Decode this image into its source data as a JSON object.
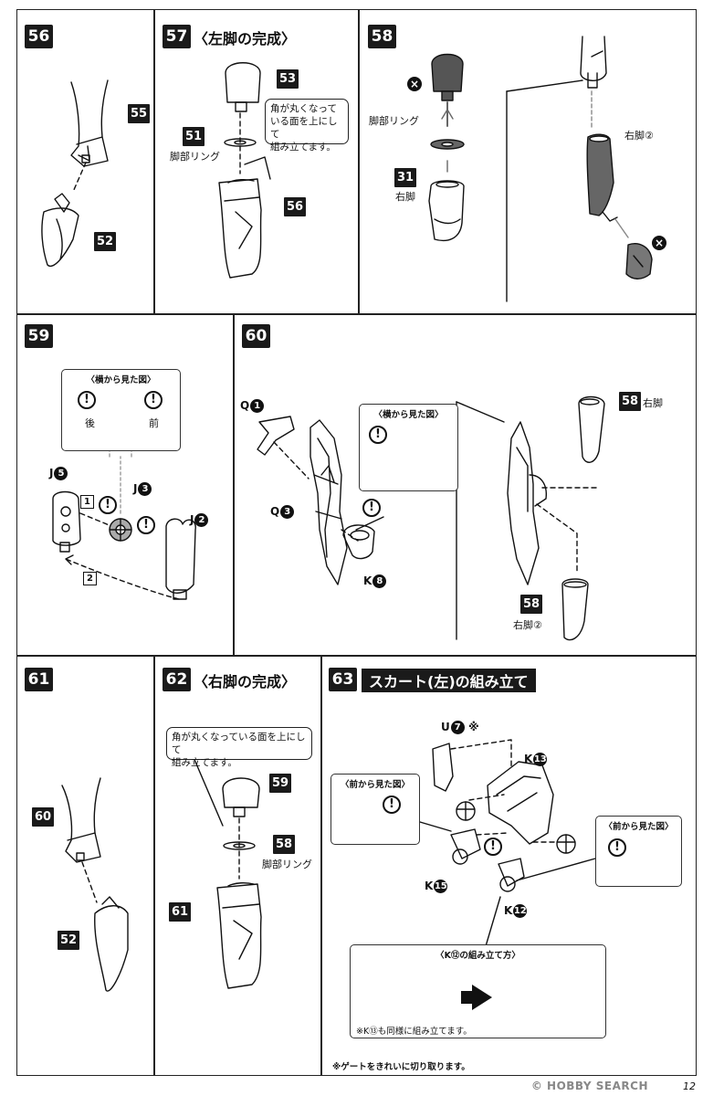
{
  "steps": {
    "s56": {
      "num": "56",
      "parts": {
        "p55": "55",
        "p52": "52"
      }
    },
    "s57": {
      "num": "57",
      "title": "〈左脚の完成〉",
      "parts": {
        "p53": "53",
        "p51": "51",
        "p56": "56"
      },
      "ring_label": "脚部リング",
      "bubble": "角が丸くなって\nいる面を上にして\n組み立てます。"
    },
    "s58": {
      "num": "58",
      "parts": {
        "p31": "31"
      },
      "ring_label": "脚部リング",
      "right_leg": "右脚",
      "right_leg2": "右脚②"
    },
    "s59": {
      "num": "59",
      "inset_title": "〈横から見た図〉",
      "back": "後",
      "front": "前",
      "sprues": {
        "j5": "J",
        "j5n": "5",
        "j3": "J",
        "j3n": "3",
        "j2": "J",
        "j2n": "2"
      },
      "box1": "1",
      "box2": "2"
    },
    "s60": {
      "num": "60",
      "inset_title": "〈横から見た図〉",
      "sprues": {
        "q1": "Q",
        "q1n": "1",
        "q3": "Q",
        "q3n": "3",
        "k8": "K",
        "k8n": "8"
      },
      "parts": {
        "p58a": "58",
        "p58b": "58"
      },
      "right_leg": "右脚",
      "right_leg2": "右脚②"
    },
    "s61": {
      "num": "61",
      "parts": {
        "p60": "60",
        "p52": "52"
      }
    },
    "s62": {
      "num": "62",
      "title": "〈右脚の完成〉",
      "bubble": "角が丸くなっている面を上にして\n組み立てます。",
      "parts": {
        "p59": "59",
        "p58": "58",
        "p61": "61"
      },
      "ring_label": "脚部リング"
    },
    "s63": {
      "num": "63",
      "title": "スカート(左)の組み立て",
      "sprues": {
        "u7": "U",
        "u7n": "7",
        "mark": "※",
        "k13": "K",
        "k13n": "13",
        "k15": "K",
        "k15n": "15",
        "k12": "K",
        "k12n": "12"
      },
      "inset_front_left": "〈前から見た図〉",
      "inset_front_right": "〈前から見た図〉",
      "howto_title": "〈K⑫の組み立て方〉",
      "howto_note": "※K⑬も同様に組み立てます。",
      "gate_note": "※ゲートをきれいに切り取ります。"
    }
  },
  "footer": {
    "credit": "© HOBBY SEARCH",
    "page": "12"
  },
  "icons": {
    "warning": "!",
    "no": "×"
  }
}
